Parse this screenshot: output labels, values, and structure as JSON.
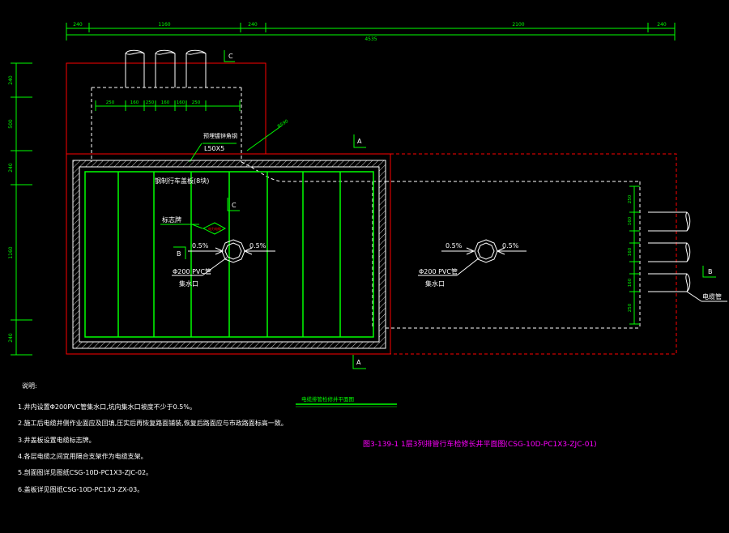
{
  "colors": {
    "background": "#000000",
    "green": "#00ff00",
    "red": "#ff0000",
    "white": "#ffffff",
    "magenta": "#ff00ff"
  },
  "top_dims": [
    "240",
    "1160",
    "240",
    "2100",
    "240"
  ],
  "overall_dim": "4535",
  "left_dims": [
    "240",
    "500",
    "240",
    "1160",
    "240"
  ],
  "inner_dims": [
    "250",
    "160",
    "250",
    "160",
    "160",
    "250"
  ],
  "right_dims": [
    "250",
    "160",
    "160",
    "160",
    "250"
  ],
  "section_marks": {
    "c_top": "C",
    "c_mid": "C",
    "a_top": "A",
    "a_bottom": "A",
    "b_left": "B",
    "b_right": "B"
  },
  "labels": {
    "angle_steel": "预埋镀锌角钢",
    "angle_size": "L50X5",
    "radius": "R590",
    "cover_plate": "钢制行车盖板(8块)",
    "sign": "标志牌",
    "sign_inner": "电力电缆",
    "slope_l1": "0.5%",
    "slope_l2": "0.5%",
    "slope_r1": "0.5%",
    "slope_r2": "0.5%",
    "pipe_left": "Φ200 PVC管",
    "sump_left": "集水口",
    "pipe_right": "Φ200 PVC管",
    "sump_right": "集水口",
    "cable_pipe": "电缆管"
  },
  "notes": {
    "heading": "说明:",
    "items": [
      "1.井内设置Φ200PVC管集水口,坑向集水口坡度不少于0.5%。",
      "2.施工后电缆井侧作业面应及回填,压实后再恢复路面铺装,恢复后路面应与市政路面标高一致。",
      "3.井盖板设置电缆标志牌。",
      "4.各层电缆之间宜用隔合支架作为电缆支架。",
      "5.剖面图详见图纸CSG-10D-PC1X3-ZJC-02。",
      "6.盖板详见图纸CSG-10D-PC1X3-ZX-03。"
    ]
  },
  "plan_title": "电缆排管检修井平面图",
  "drawing_title": "图3-139-1 1层3列排管行车检修长井平面图(CSG-10D-PC1X3-ZJC-01)"
}
